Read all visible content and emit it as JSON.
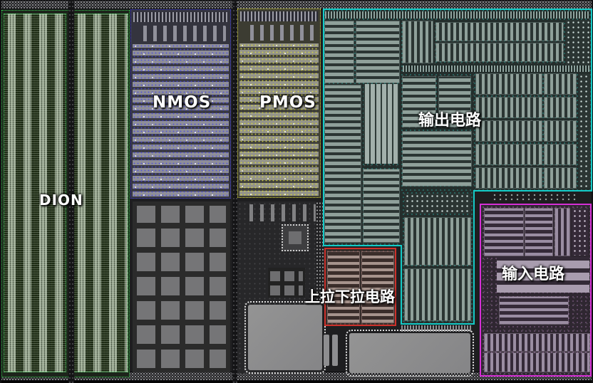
{
  "label_text_color": "#ffffff",
  "regions": [
    {
      "id": "dion",
      "label": "DION",
      "border_color": "#33cc4e"
    },
    {
      "id": "nmos",
      "label": "NMOS",
      "border_color": "#4343e6"
    },
    {
      "id": "pmos",
      "label": "PMOS",
      "border_color": "#d9d932"
    },
    {
      "id": "output_circuit",
      "label": "输出电路",
      "border_color": "#14cbc7"
    },
    {
      "id": "pull_up_pull_down_circuit",
      "label": "上拉下拉电路",
      "border_color": "#cd312b"
    },
    {
      "id": "input_circuit",
      "label": "输入电路",
      "border_color": "#d52fd5"
    }
  ]
}
